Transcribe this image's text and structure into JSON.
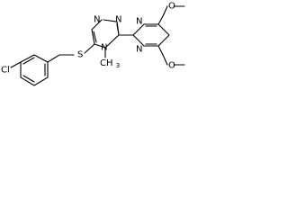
{
  "molecule": {
    "atoms": {
      "chlorine": "Cl",
      "sulfur": "S",
      "triazole_n_top_left": "N",
      "triazole_n_top_right": "N",
      "triazole_n_bottom": "N",
      "methyl": "CH",
      "methyl_subscript": "3",
      "pyrimidine_n_top": "N",
      "pyrimidine_n_bottom": "N",
      "methoxy_o_top": "O",
      "methoxy_o_bottom": "O"
    }
  }
}
